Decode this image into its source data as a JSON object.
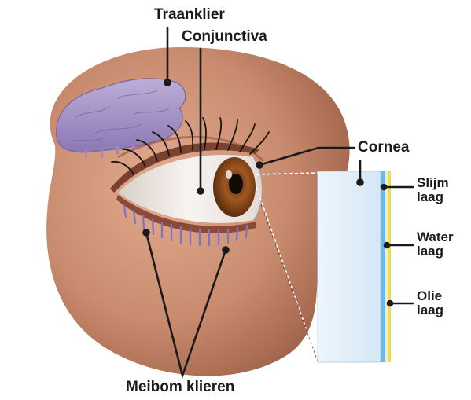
{
  "diagram": {
    "labels": {
      "traanklier": "Traanklier",
      "conjunctiva": "Conjunctiva",
      "cornea": "Cornea",
      "slijm_line1": "Slijm",
      "slijm_line2": "laag",
      "water_line1": "Water",
      "water_line2": "laag",
      "olie_line1": "Olie",
      "olie_line2": "laag",
      "meibom": "Meibom klieren"
    },
    "colors": {
      "skin": "#c98b6e",
      "skin_dark": "#a7674c",
      "gland": "#a896c8",
      "iris": "#8a4a1c",
      "sclera": "#f4f1ee",
      "film_fill": "#dfeef8",
      "mucus_layer": "#69b8e6",
      "water_layer": "#f2e8d0",
      "oil_layer": "#f3e24c",
      "leader": "#1a1a1a"
    }
  }
}
